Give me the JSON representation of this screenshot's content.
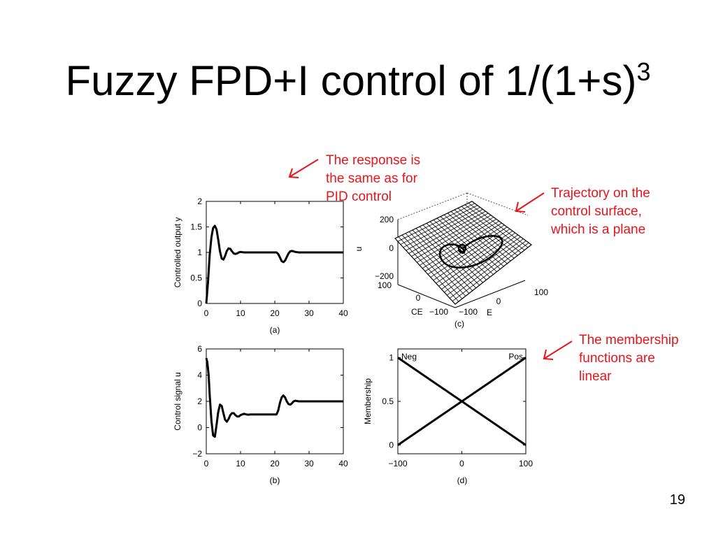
{
  "slide": {
    "title_main": "Fuzzy FPD+I control of 1/(1+s)",
    "title_sup": "3",
    "page_number": "19",
    "notes": [
      "The response is the same as for PID control",
      "Trajectory on the control surface, which is a plane",
      "The membership functions are linear"
    ],
    "accent_color": "#e8141b",
    "arrow_icon": "red-arrow-icon"
  },
  "chart_data": [
    {
      "id": "a",
      "type": "line",
      "caption": "(a)",
      "ylabel": "Controlled output y",
      "xlim": [
        0,
        40
      ],
      "ylim": [
        0,
        2
      ],
      "xticks": [
        0,
        10,
        20,
        30,
        40
      ],
      "yticks": [
        0,
        0.5,
        1,
        1.5,
        2
      ],
      "ytick_labels": [
        "0",
        "0.5",
        "1",
        "1.5",
        "2"
      ],
      "series": [
        {
          "x": [
            0,
            0.5,
            1,
            1.5,
            2,
            2.5,
            3,
            3.5,
            4,
            4.5,
            5,
            5.5,
            6,
            6.5,
            7,
            7.5,
            8,
            8.5,
            9,
            9.5,
            10,
            11,
            12,
            13,
            14,
            15,
            16,
            17,
            18,
            19,
            20,
            20.5,
            21,
            21.5,
            22,
            22.5,
            23,
            23.5,
            24,
            24.5,
            25,
            25.5,
            26,
            27,
            28,
            30,
            32,
            34,
            36,
            38,
            40
          ],
          "y": [
            0,
            0.4,
            0.95,
            1.3,
            1.48,
            1.52,
            1.45,
            1.25,
            1.02,
            0.88,
            0.86,
            0.93,
            1.03,
            1.08,
            1.07,
            1.02,
            0.98,
            0.97,
            0.98,
            1.0,
            1.01,
            1.0,
            1.0,
            1.0,
            1.0,
            1.0,
            1.0,
            1.0,
            1.0,
            1.0,
            1.0,
            1.0,
            0.97,
            0.9,
            0.83,
            0.81,
            0.84,
            0.91,
            0.98,
            1.02,
            1.03,
            1.02,
            1.01,
            1.0,
            1.0,
            1.0,
            1.0,
            1.0,
            1.0,
            1.0,
            1.0
          ]
        }
      ]
    },
    {
      "id": "b",
      "type": "line",
      "caption": "(b)",
      "ylabel": "Control signal u",
      "xlim": [
        0,
        40
      ],
      "ylim": [
        -2,
        6
      ],
      "xticks": [
        0,
        10,
        20,
        30,
        40
      ],
      "yticks": [
        -2,
        0,
        2,
        4,
        6
      ],
      "ytick_labels": [
        "−2",
        "0",
        "2",
        "4",
        "6"
      ],
      "series": [
        {
          "x": [
            0,
            0.3,
            0.7,
            1,
            1.5,
            2,
            2.5,
            3,
            3.5,
            4,
            4.5,
            5,
            5.5,
            6,
            6.5,
            7,
            7.5,
            8,
            8.5,
            9,
            9.5,
            10,
            11,
            12,
            13,
            14,
            15,
            16,
            17,
            18,
            19,
            20,
            20.5,
            21,
            21.5,
            22,
            22.5,
            23,
            23.5,
            24,
            24.5,
            25,
            25.5,
            26,
            27,
            28,
            30,
            32,
            34,
            36,
            38,
            40
          ],
          "y": [
            5.3,
            5.0,
            4.0,
            2.5,
            0.5,
            -0.6,
            -0.7,
            0.2,
            1.2,
            1.75,
            1.65,
            1.1,
            0.6,
            0.45,
            0.65,
            0.95,
            1.1,
            1.1,
            0.95,
            0.85,
            0.85,
            0.95,
            1.05,
            0.98,
            1.0,
            1.0,
            1.0,
            1.0,
            1.0,
            1.0,
            1.0,
            1.0,
            1.0,
            1.3,
            1.9,
            2.3,
            2.45,
            2.3,
            2.0,
            1.8,
            1.75,
            1.85,
            2.0,
            2.05,
            2.0,
            2.0,
            2.0,
            2.0,
            2.0,
            2.0,
            2.0,
            2.0
          ]
        }
      ]
    },
    {
      "id": "c",
      "type": "surface",
      "caption": "(c)",
      "zlabel": "u",
      "xlabel": "E",
      "ylabel": "CE",
      "zticks": [
        -200,
        0,
        200
      ],
      "ztick_labels": [
        "−200",
        "0",
        "200"
      ],
      "xticks": [
        -100,
        0,
        100
      ],
      "xtick_labels": [
        "−100",
        "0",
        "100"
      ],
      "yticks": [
        -100,
        0,
        100
      ],
      "ytick_labels": [
        "−100",
        "0",
        "100"
      ],
      "grid_on": true
    },
    {
      "id": "d",
      "type": "line",
      "caption": "(d)",
      "ylabel": "Membership",
      "xlim": [
        -100,
        100
      ],
      "ylim": [
        -0.1,
        1.1
      ],
      "xticks": [
        -100,
        0,
        100
      ],
      "xtick_labels": [
        "−100",
        "0",
        "100"
      ],
      "yticks": [
        0,
        0.5,
        1
      ],
      "ytick_labels": [
        "0",
        "0.5",
        "1"
      ],
      "series": [
        {
          "name": "Neg",
          "x": [
            -100,
            100
          ],
          "y": [
            1,
            0
          ]
        },
        {
          "name": "Pos",
          "x": [
            -100,
            100
          ],
          "y": [
            0,
            1
          ]
        }
      ]
    }
  ]
}
